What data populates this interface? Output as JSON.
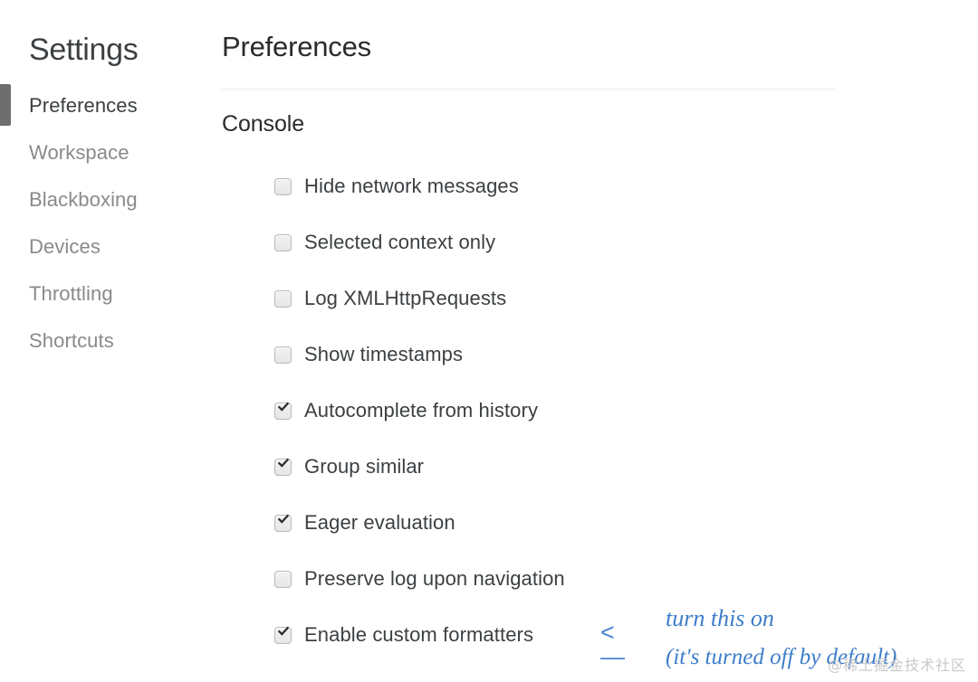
{
  "sidebar": {
    "title": "Settings",
    "items": [
      {
        "label": "Preferences",
        "selected": true
      },
      {
        "label": "Workspace",
        "selected": false
      },
      {
        "label": "Blackboxing",
        "selected": false
      },
      {
        "label": "Devices",
        "selected": false
      },
      {
        "label": "Throttling",
        "selected": false
      },
      {
        "label": "Shortcuts",
        "selected": false
      }
    ]
  },
  "main": {
    "panel_title": "Preferences",
    "section_title": "Console",
    "options": [
      {
        "label": "Hide network messages",
        "checked": false
      },
      {
        "label": "Selected context only",
        "checked": false
      },
      {
        "label": "Log XMLHttpRequests",
        "checked": false
      },
      {
        "label": "Show timestamps",
        "checked": false
      },
      {
        "label": "Autocomplete from history",
        "checked": true
      },
      {
        "label": "Group similar",
        "checked": true
      },
      {
        "label": "Eager evaluation",
        "checked": true
      },
      {
        "label": "Preserve log upon navigation",
        "checked": false
      },
      {
        "label": "Enable custom formatters",
        "checked": true
      }
    ]
  },
  "annotation": {
    "arrow": "<—",
    "line1": "turn this on",
    "line2": "(it's turned off by default)"
  },
  "watermark": {
    "text": "@稀土掘金技术社区"
  },
  "colors": {
    "accent_blue": "#3c7dc9",
    "text_primary": "#3c4043",
    "text_muted": "#8a8a8a",
    "selection_bar": "#6e6e6e",
    "divider": "#ececec"
  }
}
